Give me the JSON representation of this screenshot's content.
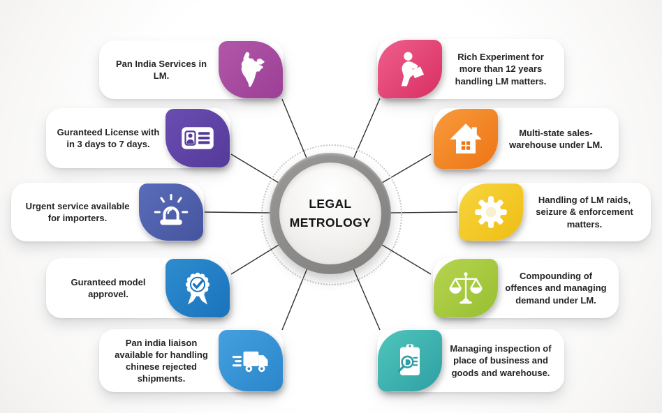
{
  "center": {
    "line1": "LEGAL",
    "line2": "METROLOGY",
    "ring_color": "#8e8d8c"
  },
  "connector_color": "#2f2f2f",
  "cards": {
    "left": [
      {
        "text": "Pan India Services in LM.",
        "icon": "india-map-icon",
        "color1": "#b157a8",
        "color2": "#9c3f96"
      },
      {
        "text": "Guranteed License with in 3 days to 7 days.",
        "icon": "id-card-icon",
        "color1": "#6a4db1",
        "color2": "#543a99"
      },
      {
        "text": "Urgent service available for importers.",
        "icon": "siren-icon",
        "color1": "#5a6cba",
        "color2": "#45549e"
      },
      {
        "text": "Guranteed model approvel.",
        "icon": "medal-check-icon",
        "color1": "#2e8ccd",
        "color2": "#1a73bd"
      },
      {
        "text": "Pan india liaison available for handling chinese rejected shipments.",
        "icon": "delivery-truck-icon",
        "color1": "#44a0de",
        "color2": "#2b86cb"
      }
    ],
    "right": [
      {
        "text": "Rich Experiment for more than 12 years handling LM matters.",
        "icon": "person-carrying-bag-icon",
        "color1": "#ef5f8c",
        "color2": "#d82f62"
      },
      {
        "text": "Multi-state sales-warehouse under LM.",
        "icon": "house-icon",
        "color1": "#f89b3c",
        "color2": "#ed7414"
      },
      {
        "text": "Handling of LM raids, seizure & enforcement matters.",
        "icon": "gear-icon",
        "color1": "#f7d53f",
        "color2": "#efbd13"
      },
      {
        "text": "Compounding of offences and managing demand under LM.",
        "icon": "scales-icon",
        "color1": "#b7d450",
        "color2": "#97bf30"
      },
      {
        "text": "Managing inspection of place of business and goods and warehouse.",
        "icon": "clipboard-magnifier-icon",
        "color1": "#4fc6bb",
        "color2": "#2f9fa4"
      }
    ]
  }
}
